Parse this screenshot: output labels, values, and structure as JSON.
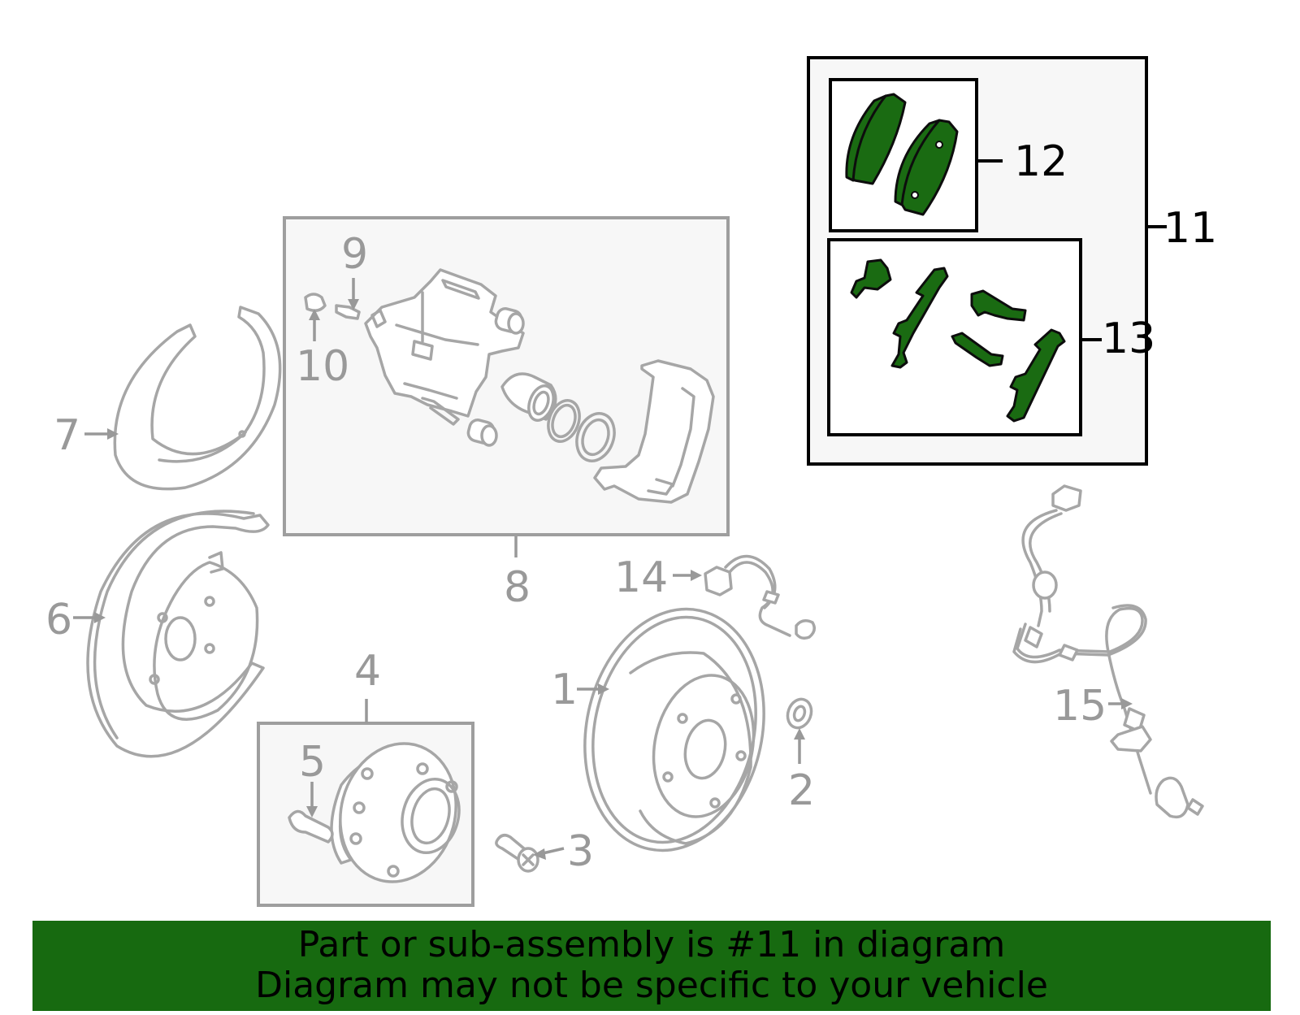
{
  "callouts": {
    "c1": "1",
    "c2": "2",
    "c3": "3",
    "c4": "4",
    "c5": "5",
    "c6": "6",
    "c7": "7",
    "c8": "8",
    "c9": "9",
    "c10": "10",
    "c11": "11",
    "c12": "12",
    "c13": "13",
    "c14": "14",
    "c15": "15"
  },
  "banner": {
    "line1": "Part or sub-assembly is #11 in diagram",
    "line2": "Diagram may not be specific to your vehicle"
  },
  "colors": {
    "highlight": "#1a6b12",
    "banner": "#176a10",
    "part_stroke": "#a6a6a6",
    "label_gray": "#999999"
  }
}
